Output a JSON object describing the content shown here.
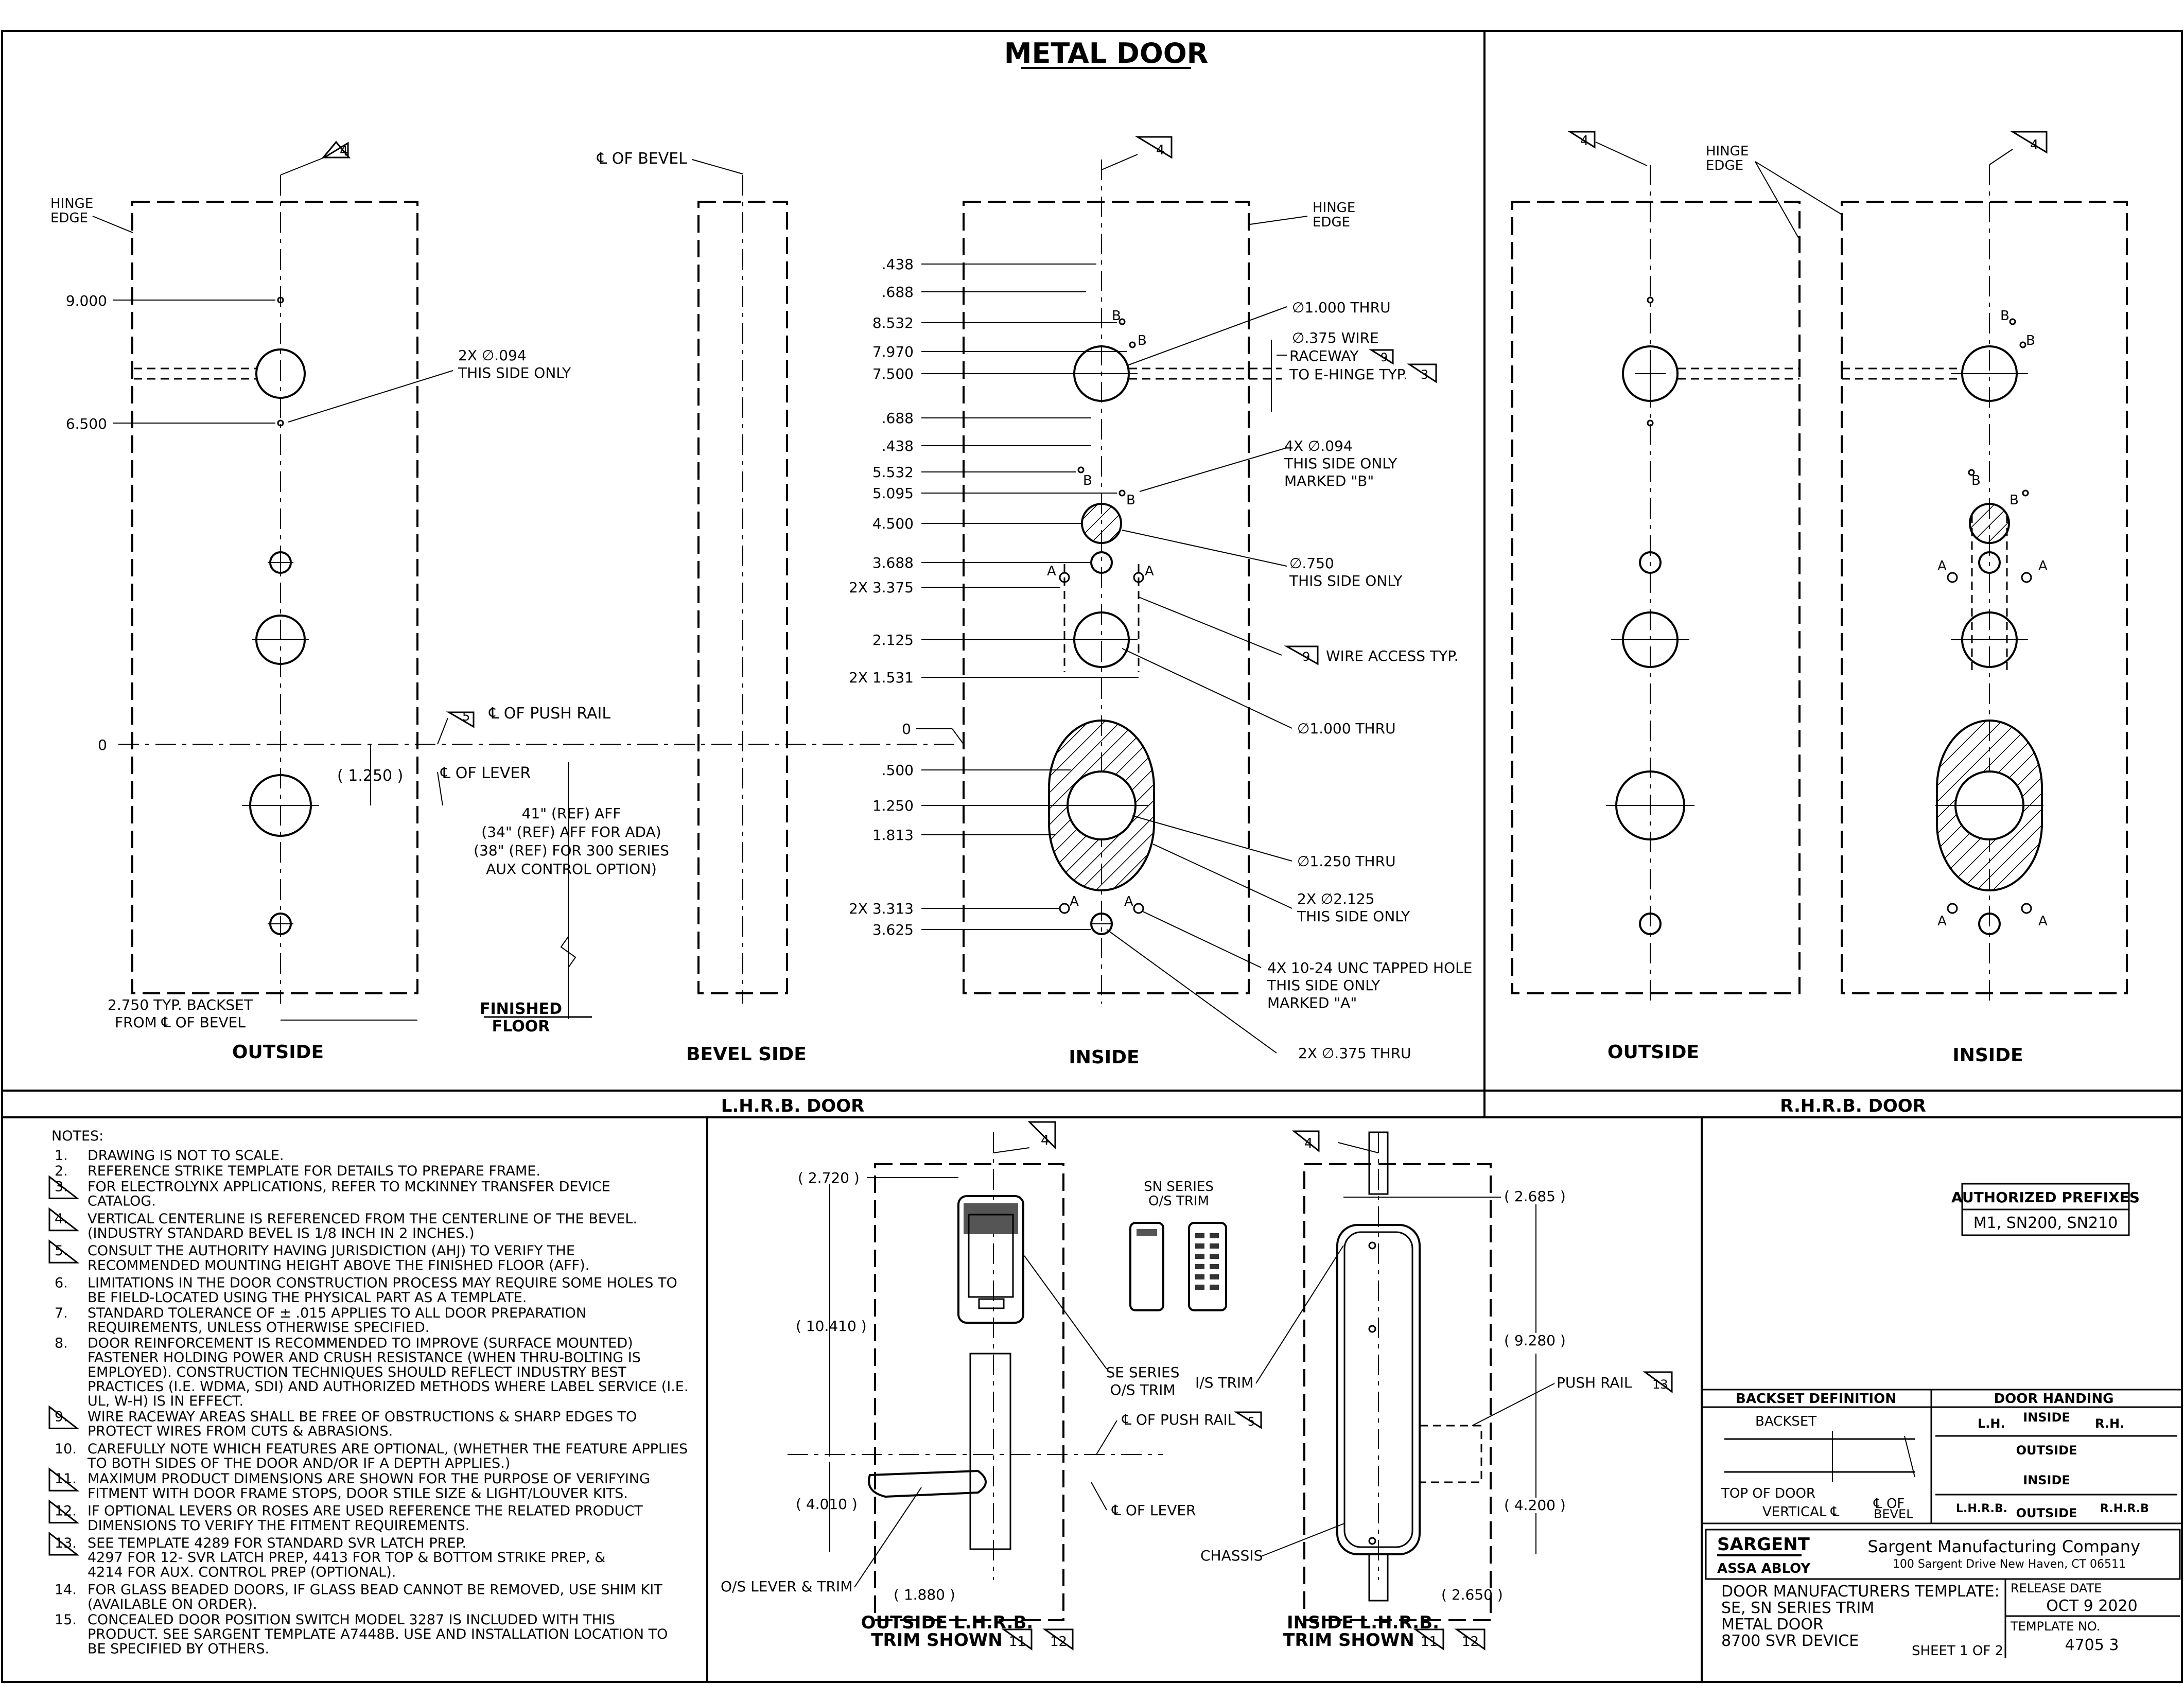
{
  "title": "METAL DOOR",
  "lhrb": {
    "outside": {
      "label": "OUTSIDE",
      "hinge_edge": [
        "HINGE",
        "EDGE"
      ],
      "dims": [
        "9.000",
        "6.500",
        "0"
      ],
      "hole_note": [
        "2X ∅.094",
        "THIS SIDE ONLY"
      ],
      "pushrail": "℄ OF PUSH RAIL",
      "pushrail_mark": "5",
      "lever": "℄ OF LEVER",
      "lever_dim": "( 1.250 )",
      "aff": [
        "41\" (REF) AFF",
        "(34\" (REF) AFF FOR ADA)",
        "(38\" (REF) FOR 300 SERIES",
        "AUX CONTROL OPTION)"
      ],
      "finished_floor": [
        "FINISHED",
        "FLOOR"
      ],
      "backset": [
        "2.750 TYP. BACKSET",
        "FROM ℄ OF BEVEL"
      ],
      "mark": "4"
    },
    "bevel": {
      "label": "BEVEL SIDE",
      "cl": "℄ OF BEVEL"
    },
    "inside": {
      "label": "INSIDE",
      "hinge_edge": [
        "HINGE",
        "EDGE"
      ],
      "mark": "4",
      "dims": [
        ".438",
        ".688",
        "8.532",
        "7.970",
        "7.500",
        ".688",
        ".438",
        "5.532",
        "5.095",
        "4.500",
        "3.688",
        "2X 3.375",
        "2.125",
        "2X 1.531",
        "0",
        ".500",
        "1.250",
        "1.813",
        "2X 3.313",
        "3.625"
      ],
      "notes": {
        "thru1": "∅1.000 THRU",
        "wire": [
          "∅.375 WIRE",
          "RACEWAY",
          "TO E-HINGE TYP."
        ],
        "wire_mark9": "9",
        "wire_mark3": "3",
        "b_holes": [
          "4X ∅.094",
          "THIS SIDE ONLY",
          "MARKED \"B\""
        ],
        "d750": [
          "∅.750",
          "THIS SIDE ONLY"
        ],
        "wire_access": "WIRE ACCESS TYP.",
        "wire_access_mark": "9",
        "thru2": "∅1.000 THRU",
        "thru3": "∅1.250 THRU",
        "d2125": [
          "2X ∅2.125",
          "THIS SIDE ONLY"
        ],
        "tapped": [
          "4X 10-24 UNC TAPPED HOLE",
          "THIS SIDE ONLY",
          "MARKED \"A\""
        ],
        "d375": "2X ∅.375 THRU"
      },
      "letters": {
        "a": "A",
        "b": "B"
      }
    },
    "section_label": "L.H.R.B. DOOR"
  },
  "rhrb": {
    "hinge_edge": [
      "HINGE",
      "EDGE"
    ],
    "outside_label": "OUTSIDE",
    "inside_label": "INSIDE",
    "mark": "4",
    "section_label": "R.H.R.B. DOOR",
    "letters": {
      "a": "A",
      "b": "B"
    }
  },
  "notes": {
    "heading": "NOTES:",
    "items": [
      {
        "n": "1.",
        "tri": false,
        "lines": [
          "DRAWING IS NOT TO SCALE."
        ]
      },
      {
        "n": "2.",
        "tri": false,
        "lines": [
          "REFERENCE STRIKE TEMPLATE FOR DETAILS TO PREPARE FRAME."
        ]
      },
      {
        "n": "3.",
        "tri": true,
        "lines": [
          "FOR ELECTROLYNX APPLICATIONS, REFER TO MCKINNEY TRANSFER DEVICE",
          "CATALOG."
        ]
      },
      {
        "n": "4.",
        "tri": true,
        "lines": [
          "VERTICAL CENTERLINE IS REFERENCED FROM THE CENTERLINE OF THE BEVEL.",
          "(INDUSTRY STANDARD BEVEL IS 1/8 INCH IN 2 INCHES.)"
        ]
      },
      {
        "n": "5.",
        "tri": true,
        "lines": [
          "CONSULT THE AUTHORITY HAVING JURISDICTION (AHJ) TO VERIFY THE",
          "RECOMMENDED MOUNTING HEIGHT ABOVE THE FINISHED FLOOR (AFF)."
        ]
      },
      {
        "n": "6.",
        "tri": false,
        "lines": [
          "LIMITATIONS IN THE DOOR CONSTRUCTION PROCESS MAY REQUIRE SOME HOLES TO",
          "BE FIELD-LOCATED USING THE PHYSICAL PART AS A TEMPLATE."
        ]
      },
      {
        "n": "7.",
        "tri": false,
        "lines": [
          "STANDARD TOLERANCE OF ± .015 APPLIES TO ALL DOOR PREPARATION",
          "REQUIREMENTS, UNLESS OTHERWISE SPECIFIED."
        ]
      },
      {
        "n": "8.",
        "tri": false,
        "lines": [
          "DOOR REINFORCEMENT IS RECOMMENDED TO IMPROVE (SURFACE MOUNTED)",
          "FASTENER HOLDING POWER AND CRUSH RESISTANCE (WHEN THRU-BOLTING IS",
          "EMPLOYED). CONSTRUCTION TECHNIQUES SHOULD REFLECT INDUSTRY BEST",
          "PRACTICES (I.E. WDMA, SDI) AND AUTHORIZED METHODS WHERE LABEL SERVICE (I.E.",
          "UL, W-H) IS IN EFFECT."
        ]
      },
      {
        "n": "9.",
        "tri": true,
        "lines": [
          "WIRE RACEWAY AREAS SHALL BE FREE OF OBSTRUCTIONS & SHARP EDGES TO",
          "PROTECT WIRES FROM CUTS & ABRASIONS."
        ]
      },
      {
        "n": "10.",
        "tri": false,
        "lines": [
          "CAREFULLY NOTE WHICH FEATURES ARE OPTIONAL, (WHETHER THE FEATURE APPLIES",
          "TO BOTH SIDES OF THE DOOR AND/OR IF A DEPTH APPLIES.)"
        ]
      },
      {
        "n": "11.",
        "tri": true,
        "lines": [
          "MAXIMUM PRODUCT DIMENSIONS ARE SHOWN FOR THE PURPOSE OF VERIFYING",
          "FITMENT WITH DOOR FRAME STOPS, DOOR STILE SIZE & LIGHT/LOUVER KITS."
        ]
      },
      {
        "n": "12.",
        "tri": true,
        "lines": [
          "IF OPTIONAL LEVERS OR ROSES ARE USED REFERENCE THE RELATED PRODUCT",
          "DIMENSIONS TO VERIFY THE FITMENT REQUIREMENTS."
        ]
      },
      {
        "n": "13.",
        "tri": true,
        "lines": [
          "SEE TEMPLATE 4289 FOR STANDARD SVR LATCH PREP.",
          " 4297 FOR 12- SVR LATCH PREP, 4413 FOR TOP & BOTTOM STRIKE PREP, &",
          "4214 FOR AUX. CONTROL PREP (OPTIONAL)."
        ]
      },
      {
        "n": "14.",
        "tri": false,
        "lines": [
          "FOR GLASS BEADED DOORS, IF GLASS BEAD CANNOT BE REMOVED, USE SHIM KIT",
          "(AVAILABLE ON ORDER)."
        ]
      },
      {
        "n": "15.",
        "tri": false,
        "lines": [
          "CONCEALED DOOR POSITION SWITCH MODEL 3287 IS INCLUDED WITH THIS",
          "PRODUCT.  SEE SARGENT TEMPLATE A7448B.  USE AND INSTALLATION LOCATION TO",
          "BE SPECIFIED BY OTHERS."
        ]
      }
    ]
  },
  "trim": {
    "outside": {
      "mark": "4",
      "dims": [
        "( 2.720 )",
        "( 10.410 )",
        "( 4.010 )",
        "( 1.880 )"
      ],
      "sn_series": [
        "SN SERIES",
        "O/S TRIM"
      ],
      "se_series": [
        "SE SERIES",
        "O/S TRIM"
      ],
      "pushrail": "℄ OF PUSH RAIL",
      "pushrail_mark": "5",
      "lever": "℄ OF LEVER",
      "lever_trim": "O/S LEVER & TRIM",
      "caption": [
        "OUTSIDE L.H.R.B.",
        "TRIM SHOWN"
      ],
      "marks": [
        "11",
        "12"
      ]
    },
    "inside": {
      "mark": "4",
      "dims": [
        "( 2.685 )",
        "( 9.280 )",
        "( 4.200 )",
        "( 2.650 )"
      ],
      "is_trim": "I/S TRIM",
      "push_rail": "PUSH RAIL",
      "push_rail_mark": "13",
      "chassis": "CHASSIS",
      "caption": [
        "INSIDE L.H.R.B.",
        "TRIM SHOWN"
      ],
      "marks": [
        "11",
        "12"
      ]
    }
  },
  "titleblock": {
    "auth_heading": "AUTHORIZED PREFIXES",
    "auth_values": "M1, SN200, SN210",
    "backset_def": "BACKSET DEFINITION",
    "backset": "BACKSET",
    "top_of_door": "TOP OF DOOR",
    "vertical_cl": "VERTICAL ℄",
    "cl_of": "℄ OF",
    "bevel": "BEVEL",
    "handing": "DOOR HANDING",
    "lh": "L.H.",
    "rh": "R.H.",
    "inside": "INSIDE",
    "outside": "OUTSIDE",
    "lhrb": "L.H.R.B.",
    "rhrb": "R.H.R.B",
    "brand": "SARGENT",
    "assa": "ASSA ABLOY",
    "company": "Sargent Manufacturing Company",
    "address": "100 Sargent Drive New Haven, CT 06511",
    "doc_title": [
      "DOOR MANUFACTURERS TEMPLATE:",
      "SE, SN SERIES TRIM",
      "METAL DOOR",
      "8700 SVR DEVICE"
    ],
    "release_label": "RELEASE DATE",
    "release_date": "OCT 9 2020",
    "template_label": "TEMPLATE NO.",
    "template_no": "4705 3",
    "sheet": "SHEET 1 OF 2"
  }
}
